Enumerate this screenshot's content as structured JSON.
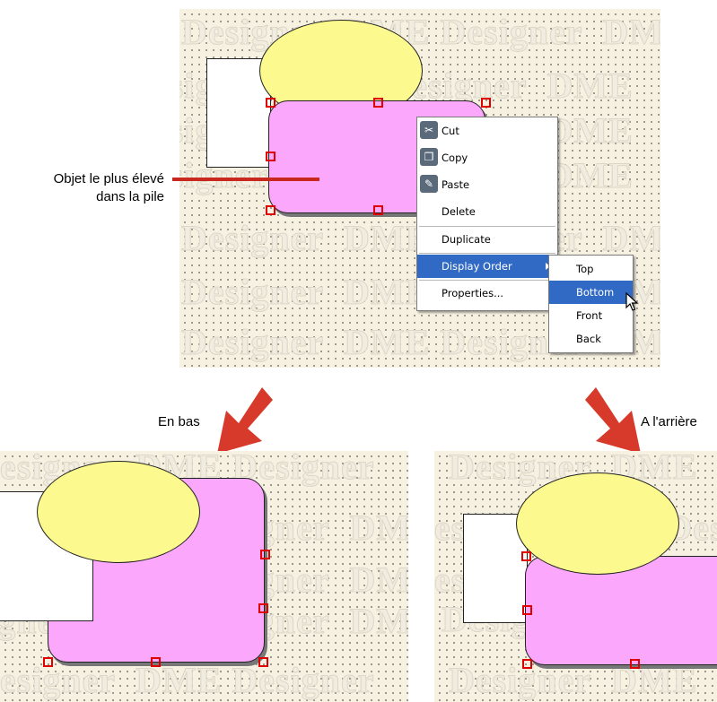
{
  "annotation": {
    "line1": "Objet le plus élevé",
    "line2": "dans la pile"
  },
  "watermark": {
    "text1": "Designer",
    "text2": "DME"
  },
  "context_menu": {
    "items": [
      {
        "label": "Cut",
        "icon": "scissors-icon"
      },
      {
        "label": "Copy",
        "icon": "copy-icon"
      },
      {
        "label": "Paste",
        "icon": "paste-icon"
      },
      {
        "label": "Delete"
      },
      {
        "label": "Duplicate"
      },
      {
        "label": "Display Order",
        "icon": "submenu-arrow-icon"
      },
      {
        "label": "Properties..."
      }
    ],
    "highlighted": "Display Order"
  },
  "submenu": {
    "items": [
      {
        "label": "Top"
      },
      {
        "label": "Bottom"
      },
      {
        "label": "Front"
      },
      {
        "label": "Back"
      }
    ],
    "highlighted": "Bottom"
  },
  "arrows": {
    "left_label": "En bas",
    "right_label": "A l'arrière"
  },
  "colors": {
    "ellipse": "#fcfa8e",
    "rounded_rect": "#fba7fb",
    "handle": "#e00000",
    "highlight": "#316ac5",
    "arrow": "#d73a2b",
    "pointer_line": "#c8281e"
  }
}
